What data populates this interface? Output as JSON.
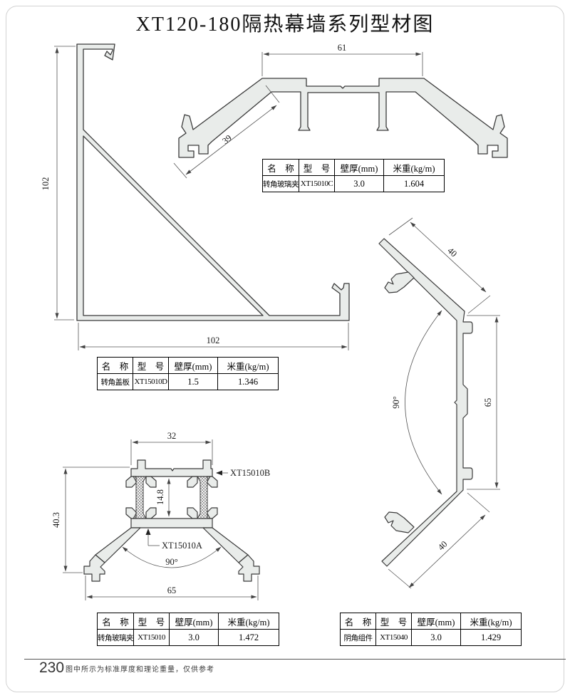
{
  "page": {
    "title": "XT120-180隔热幕墙系列型材图",
    "footer": {
      "page_number": "230",
      "note": "图中所示为标准厚度和理论重量，仅供参考"
    }
  },
  "tables": {
    "headers": [
      "名　称",
      "型　号",
      "壁厚(mm)",
      "米重(kg/m)"
    ],
    "xt15010c": {
      "name": "转角玻璃夹",
      "model": "XT15010C",
      "thickness": "3.0",
      "weight": "1.604"
    },
    "xt15010d": {
      "name": "转角盖板",
      "model": "XT15010D",
      "thickness": "1.5",
      "weight": "1.346"
    },
    "xt15010": {
      "name": "转角玻璃夹",
      "model": "XT15010",
      "thickness": "3.0",
      "weight": "1.472"
    },
    "xt15040": {
      "name": "阴角组件",
      "model": "XT15040",
      "thickness": "3.0",
      "weight": "1.429"
    }
  },
  "drawings": {
    "corner_cover": {
      "dim_height": "102",
      "dim_width": "102"
    },
    "corner_glass_clamp_c": {
      "dim_width": "61",
      "dim_diagonal": "39"
    },
    "corner_glass_clamp": {
      "dim_top": "32",
      "dim_inner": "14.8",
      "dim_left": "40.3",
      "dim_angle": "90°",
      "dim_bottom": "65",
      "label_top": "XT15010B",
      "label_bottom": "XT15010A"
    },
    "inner_corner": {
      "dim_arm_top": "40",
      "dim_arm_bottom": "40",
      "dim_height": "65",
      "dim_angle": "90°"
    }
  }
}
